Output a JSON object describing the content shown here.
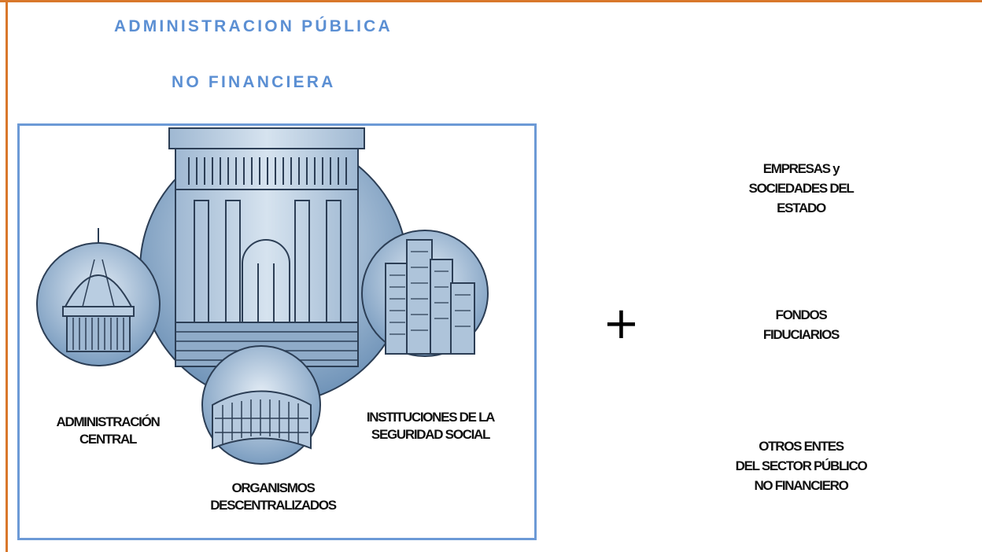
{
  "titles": {
    "line1": "ADMINISTRACION PÚBLICA",
    "line2": "NO FINANCIERA"
  },
  "illustration_labels": {
    "central": "ADMINISTRACIÓN\nCENTRAL",
    "descentralizados": "ORGANISMOS\nDESCENTRALIZADOS",
    "seguridad_social": "INSTITUCIONES DE LA\nSEGURIDAD SOCIAL"
  },
  "plus_sign": "+",
  "side_entities": [
    "EMPRESAS y\nSOCIEDADES DEL\nESTADO",
    "FONDOS\nFIDUCIARIOS",
    "OTROS ENTES\nDEL SECTOR PÚBLICO\nNO FINANCIERO"
  ],
  "colors": {
    "frame": "#d9782b",
    "title": "#5b8fd3",
    "box_border": "#6c9ad6",
    "building_light": "#c9d9ea",
    "building_dark": "#6f93b8"
  }
}
